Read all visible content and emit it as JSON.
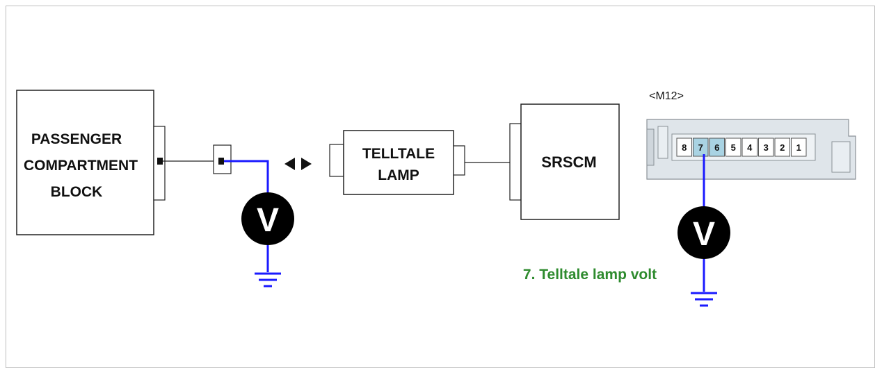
{
  "components": {
    "passenger_block": [
      "PASSENGER",
      "COMPARTMENT",
      "BLOCK"
    ],
    "telltale_lamp": [
      "TELLTALE",
      "LAMP"
    ],
    "srscm": "SRSCM"
  },
  "connector": {
    "name": "<M12>",
    "pins": [
      "8",
      "7",
      "6",
      "5",
      "4",
      "3",
      "2",
      "1"
    ],
    "highlighted_pins": [
      "7",
      "6"
    ]
  },
  "meters": {
    "left_symbol": "V",
    "right_symbol": "V"
  },
  "step_label": "7. Telltale lamp volt",
  "colors": {
    "wire_probe": "#1a1aff",
    "step_label": "#2e8b2e",
    "pin_highlight": "#a9d3e3",
    "connector_body": "#dfe5ea"
  }
}
